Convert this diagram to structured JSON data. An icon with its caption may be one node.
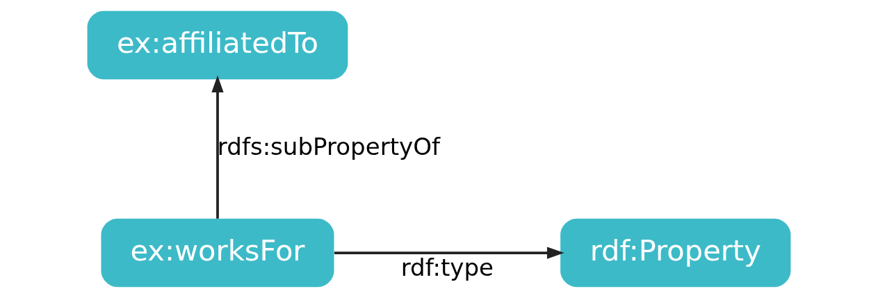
{
  "diagram": {
    "nodes": [
      {
        "text": [
          "ex:affiliatedTo"
        ]
      },
      {
        "text": [
          "ex:worksFor"
        ]
      },
      {
        "text": [
          "rdf:Property"
        ]
      }
    ],
    "edges": [
      {
        "from": 1,
        "to": 0,
        "arrow": "to",
        "label": "rdfs:subPropertyOf"
      },
      {
        "from": 1,
        "to": 2,
        "arrow": "to",
        "label": "rdf:type"
      }
    ]
  }
}
